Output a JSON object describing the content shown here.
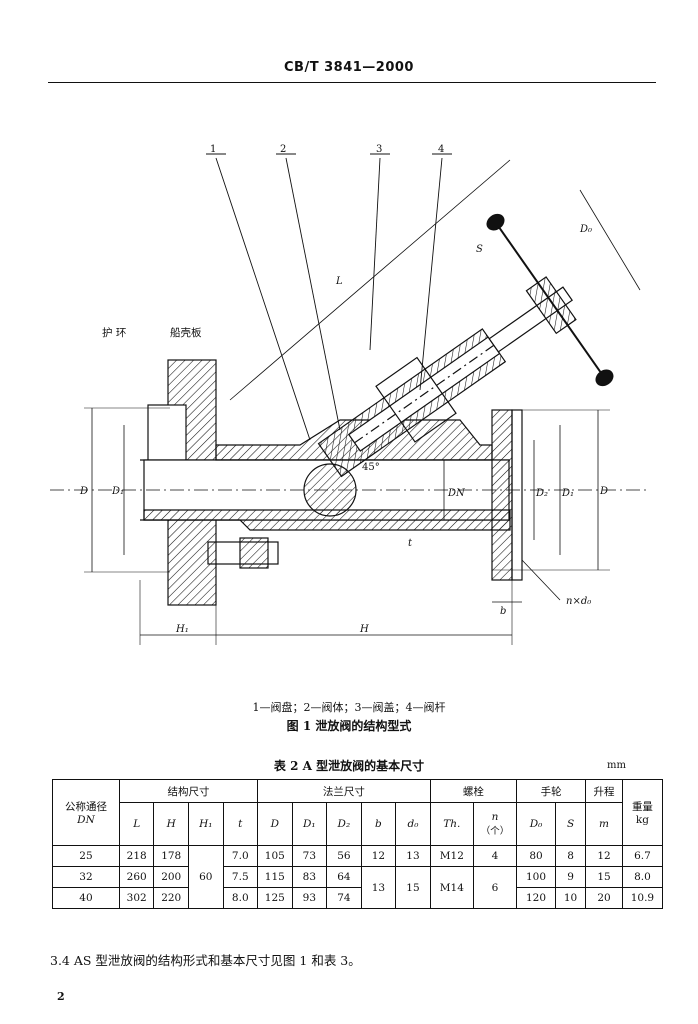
{
  "header": {
    "code": "CB/T 3841—2000"
  },
  "figure": {
    "callouts": [
      "1",
      "2",
      "3",
      "4"
    ],
    "labels": {
      "ring": "护  环",
      "plate": "船壳板",
      "L": "L",
      "S": "S",
      "D0": "D₀",
      "angle": "45°",
      "DN": "DN",
      "D": "D",
      "D1": "D₁",
      "D2": "D₂",
      "t": "t",
      "b": "b",
      "H1": "H₁",
      "H": "H",
      "holes": "n×d₀"
    },
    "legend": "1—阀盘；2—阀体；3—阀盖；4—阀杆",
    "title": "图 1   泄放阀的结构型式"
  },
  "table": {
    "title": "表 2   A 型泄放阀的基本尺寸",
    "unit": "mm",
    "groups": {
      "dn": "公称通径",
      "dn_sym": "DN",
      "struct": "结构尺寸",
      "flange": "法兰尺寸",
      "bolt": "螺栓",
      "wheel": "手轮",
      "lift": "升程",
      "mass": "重量",
      "mass_unit": "kg"
    },
    "cols": {
      "L": "L",
      "H": "H",
      "H1": "H₁",
      "t": "t",
      "D": "D",
      "D1": "D₁",
      "D2": "D₂",
      "b": "b",
      "d0": "d₀",
      "Th": "Th.",
      "n": "n",
      "n_unit": "（个）",
      "D0": "D₀",
      "S": "S",
      "m": "m"
    },
    "rows": [
      {
        "dn": "25",
        "L": "218",
        "H": "178",
        "t": "7.0",
        "D": "105",
        "D1": "73",
        "D2": "56",
        "b": "12",
        "d0": "13",
        "Th": "M12",
        "n": "4",
        "D0": "80",
        "S": "8",
        "m": "12",
        "mass": "6.7"
      },
      {
        "dn": "32",
        "L": "260",
        "H": "200",
        "t": "7.5",
        "D": "115",
        "D1": "83",
        "D2": "64",
        "D0": "100",
        "S": "9",
        "m": "15",
        "mass": "8.0"
      },
      {
        "dn": "40",
        "L": "302",
        "H": "220",
        "t": "8.0",
        "D": "125",
        "D1": "93",
        "D2": "74",
        "D0": "120",
        "S": "10",
        "m": "20",
        "mass": "10.9"
      }
    ],
    "merged": {
      "H1": "60",
      "b": "13",
      "d0": "15",
      "Th": "M14",
      "n": "6"
    }
  },
  "clause": "3.4  AS 型泄放阀的结构形式和基本尺寸见图 1 和表 3。",
  "page_number": "2"
}
